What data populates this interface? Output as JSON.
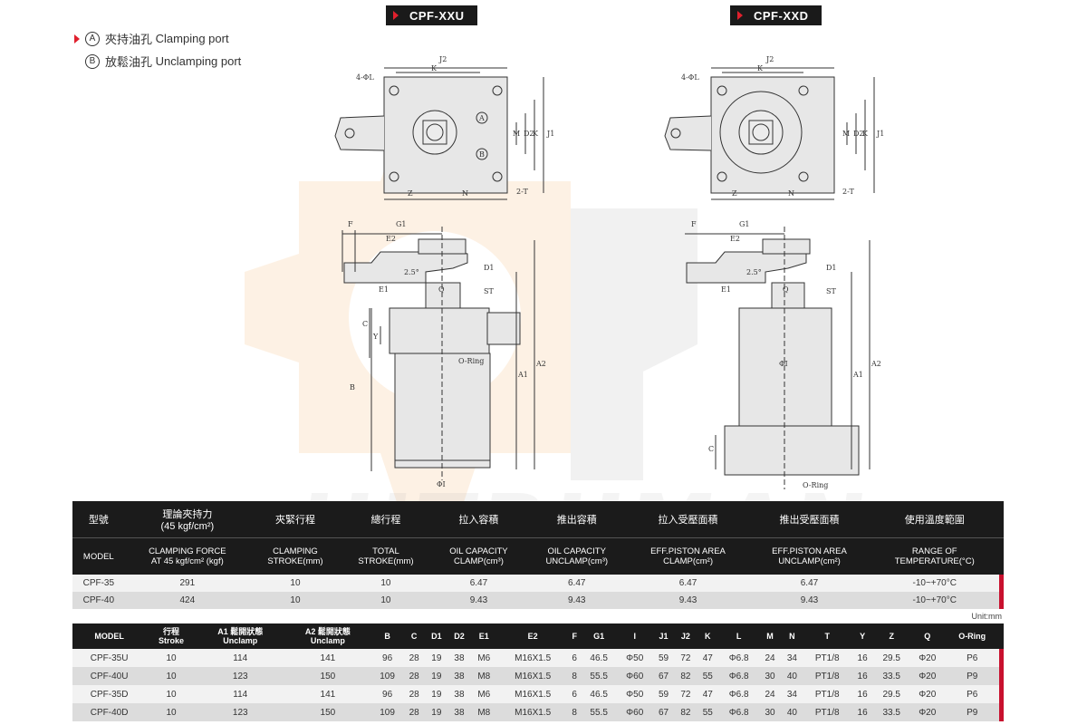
{
  "titles": {
    "left": "CPF-XXU",
    "right": "CPF-XXD"
  },
  "legend": [
    {
      "symbol": "A",
      "cn": "夾持油孔",
      "en": "Clamping port"
    },
    {
      "symbol": "B",
      "cn": "放鬆油孔",
      "en": "Unclamping port"
    }
  ],
  "drawing_labels": {
    "top_left": [
      "J2",
      "K",
      "4-ΦL",
      "A",
      "B",
      "M",
      "D2",
      "K",
      "J1",
      "Z",
      "N",
      "2-T"
    ],
    "top_right": [
      "J2",
      "K",
      "4-ΦL",
      "M",
      "D2",
      "K",
      "J1",
      "Z",
      "N",
      "2-T"
    ],
    "side_left": [
      "F",
      "G1",
      "E2",
      "2.5°",
      "D1",
      "E1",
      "Q",
      "ST",
      "C",
      "Y",
      "O-Ring",
      "B",
      "A1",
      "A2",
      "ΦI"
    ],
    "side_right": [
      "F",
      "G1",
      "E2",
      "2.5°",
      "D1",
      "E1",
      "Q",
      "ST",
      "ΦI",
      "A1",
      "A2",
      "C",
      "O-Ring"
    ]
  },
  "table1": {
    "header_cn": [
      "型號",
      "理論夾持力",
      "(45 kgf/cm²)",
      "夾緊行程",
      "總行程",
      "拉入容積",
      "推出容積",
      "拉入受壓面積",
      "推出受壓面積",
      "使用溫度範圍"
    ],
    "header_en": [
      [
        "MODEL"
      ],
      [
        "CLAMPING FORCE",
        "AT 45 kgf/cm² (kgf)"
      ],
      [
        "CLAMPING",
        "STROKE(mm)"
      ],
      [
        "TOTAL",
        "STROKE(mm)"
      ],
      [
        "OIL CAPACITY",
        "CLAMP(cm³)"
      ],
      [
        "OIL CAPACITY",
        "UNCLAMP(cm³)"
      ],
      [
        "EFF.PISTON AREA",
        "CLAMP(cm²)"
      ],
      [
        "EFF.PISTON AREA",
        "UNCLAMP(cm²)"
      ],
      [
        "RANGE OF",
        "TEMPERATURE(°C)"
      ]
    ],
    "rows": [
      [
        "CPF-35",
        "291",
        "10",
        "10",
        "6.47",
        "6.47",
        "6.47",
        "6.47",
        "-10~+70°C"
      ],
      [
        "CPF-40",
        "424",
        "10",
        "10",
        "9.43",
        "9.43",
        "9.43",
        "9.43",
        "-10~+70°C"
      ]
    ]
  },
  "unit_label": "Unit:mm",
  "table2": {
    "header": [
      [
        "MODEL"
      ],
      [
        "行程",
        "Stroke"
      ],
      [
        "A1 鬆開狀態",
        "Unclamp"
      ],
      [
        "A2 鬆開狀態",
        "Unclamp"
      ],
      [
        "B"
      ],
      [
        "C"
      ],
      [
        "D1"
      ],
      [
        "D2"
      ],
      [
        "E1"
      ],
      [
        "E2"
      ],
      [
        "F"
      ],
      [
        "G1"
      ],
      [
        "I"
      ],
      [
        "J1"
      ],
      [
        "J2"
      ],
      [
        "K"
      ],
      [
        "L"
      ],
      [
        "M"
      ],
      [
        "N"
      ],
      [
        "T"
      ],
      [
        "Y"
      ],
      [
        "Z"
      ],
      [
        "Q"
      ],
      [
        "O-Ring"
      ]
    ],
    "rows": [
      [
        "CPF-35U",
        "10",
        "114",
        "141",
        "96",
        "28",
        "19",
        "38",
        "M6",
        "M16X1.5",
        "6",
        "46.5",
        "Φ50",
        "59",
        "72",
        "47",
        "Φ6.8",
        "24",
        "34",
        "PT1/8",
        "16",
        "29.5",
        "Φ20",
        "P6"
      ],
      [
        "CPF-40U",
        "10",
        "123",
        "150",
        "109",
        "28",
        "19",
        "38",
        "M8",
        "M16X1.5",
        "8",
        "55.5",
        "Φ60",
        "67",
        "82",
        "55",
        "Φ6.8",
        "30",
        "40",
        "PT1/8",
        "16",
        "33.5",
        "Φ20",
        "P9"
      ],
      [
        "CPF-35D",
        "10",
        "114",
        "141",
        "96",
        "28",
        "19",
        "38",
        "M6",
        "M16X1.5",
        "6",
        "46.5",
        "Φ50",
        "59",
        "72",
        "47",
        "Φ6.8",
        "24",
        "34",
        "PT1/8",
        "16",
        "29.5",
        "Φ20",
        "P6"
      ],
      [
        "CPF-40D",
        "10",
        "123",
        "150",
        "109",
        "28",
        "19",
        "38",
        "M8",
        "M16X1.5",
        "8",
        "55.5",
        "Φ60",
        "67",
        "82",
        "55",
        "Φ6.8",
        "30",
        "40",
        "PT1/8",
        "16",
        "33.5",
        "Φ20",
        "P9"
      ]
    ]
  },
  "colors": {
    "accent_red": "#c8102e",
    "header_black": "#1b1b1b",
    "watermark_orange": "#f39a3a"
  }
}
